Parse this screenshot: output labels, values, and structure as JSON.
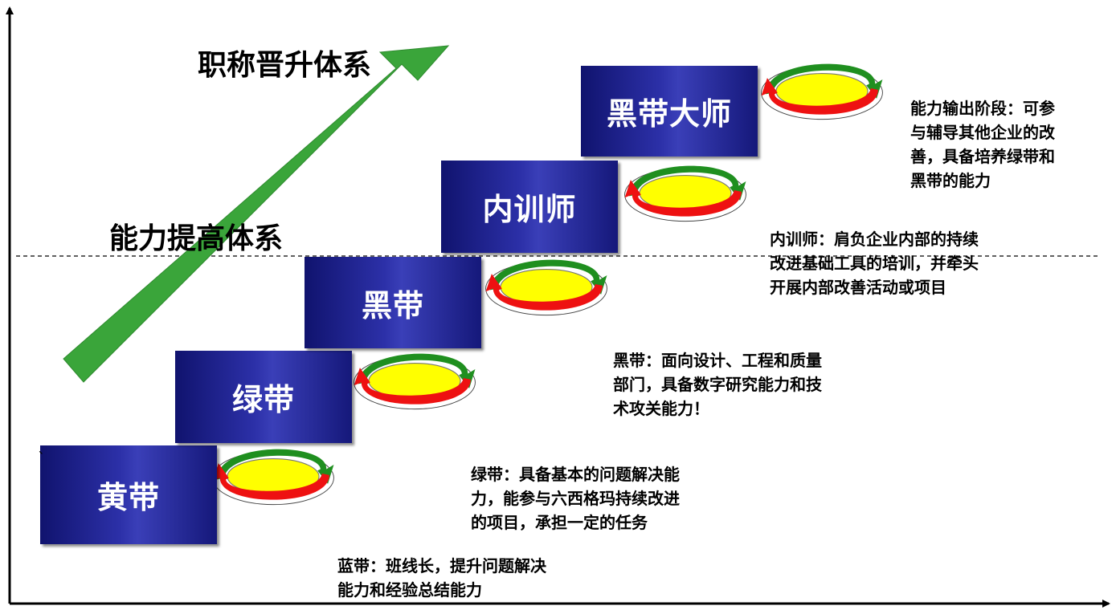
{
  "headings": {
    "title_promotion": "职称晋升体系",
    "title_capability": "能力提高体系"
  },
  "levels": [
    {
      "label": "黄带"
    },
    {
      "label": "绿带"
    },
    {
      "label": "黑带"
    },
    {
      "label": "内训师"
    },
    {
      "label": "黑带大师"
    }
  ],
  "descriptions": {
    "blue_belt": "蓝带：班线长，提升问题解决\n能力和经验总结能力",
    "green_belt": "绿带：具备基本的问题解决能\n力，能参与六西格玛持续改进\n的项目，承担一定的任务",
    "black_belt": "黑带：面向设计、工程和质量\n部门，具备数字研究能力和技\n术攻关能力！",
    "trainer": "内训师：肩负企业内部的持续\n改进基础工具的培训，并牵头\n开展内部改善活动或项目",
    "master": "能力输出阶段：可参\n与辅导其他企业的改\n善，具备培养绿带和\n黑带的能力"
  },
  "stray_mark": "、",
  "colors": {
    "box": "#2b2fa2",
    "arrow": "#3aa53a",
    "disc_fill": "#ffff00",
    "ring_green": "#1f8f1f",
    "ring_red": "#ee1111"
  },
  "icons": [
    "up-arrow-icon",
    "cycle-disc-icon",
    "axis-arrow-icon"
  ]
}
